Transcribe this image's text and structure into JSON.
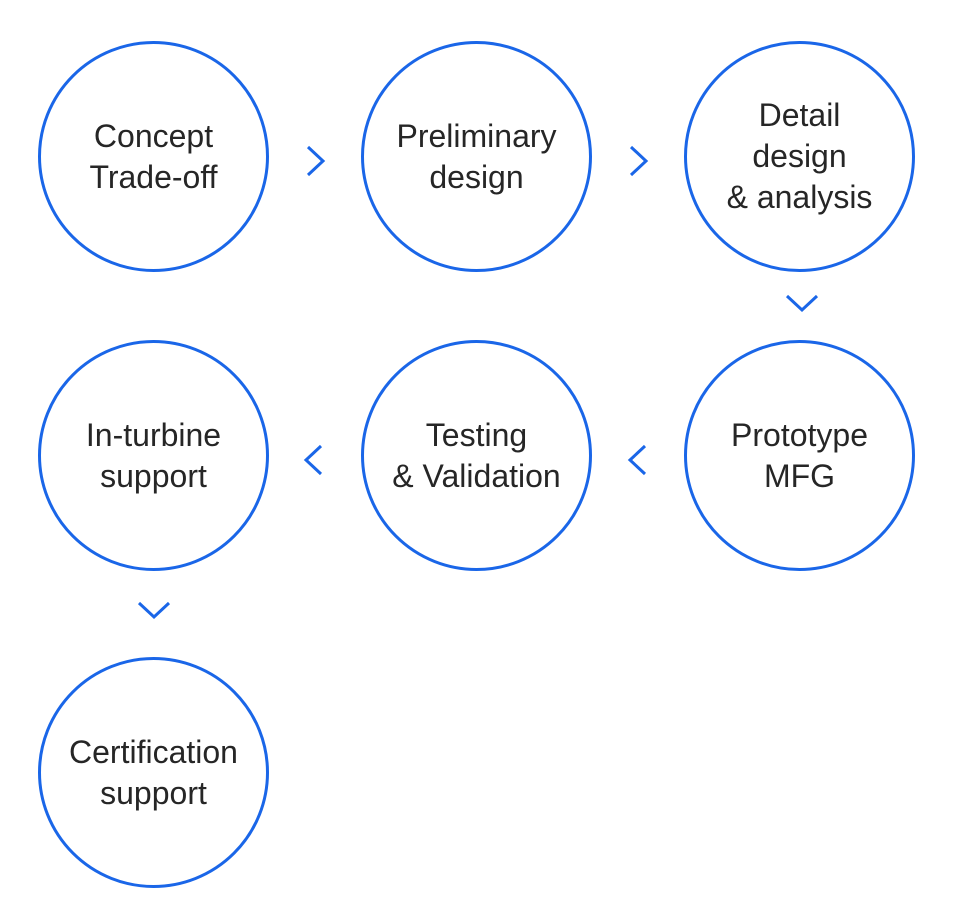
{
  "colors": {
    "accent": "#1a66e8",
    "text": "#262626",
    "background": "#ffffff"
  },
  "steps": [
    {
      "lines": [
        "Concept",
        "Trade-off"
      ]
    },
    {
      "lines": [
        "Preliminary",
        "design"
      ]
    },
    {
      "lines": [
        "Detail",
        "design",
        "& analysis"
      ]
    },
    {
      "lines": [
        "Prototype",
        "MFG"
      ]
    },
    {
      "lines": [
        "Testing",
        "& Validation"
      ]
    },
    {
      "lines": [
        "In-turbine",
        "support"
      ]
    },
    {
      "lines": [
        "Certification",
        "support"
      ]
    }
  ],
  "connectors": [
    {
      "from": 0,
      "to": 1,
      "icon": "chevron-right-icon"
    },
    {
      "from": 1,
      "to": 2,
      "icon": "chevron-right-icon"
    },
    {
      "from": 2,
      "to": 3,
      "icon": "chevron-down-icon"
    },
    {
      "from": 3,
      "to": 4,
      "icon": "chevron-left-icon"
    },
    {
      "from": 4,
      "to": 5,
      "icon": "chevron-left-icon"
    },
    {
      "from": 5,
      "to": 6,
      "icon": "chevron-down-icon"
    }
  ]
}
